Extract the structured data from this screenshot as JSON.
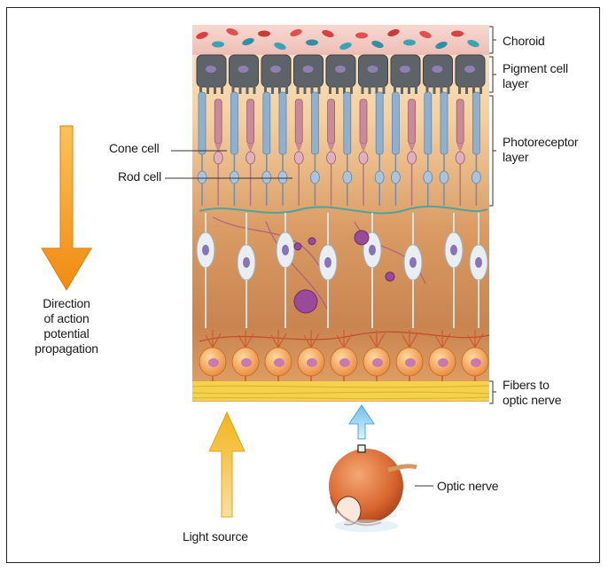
{
  "labels": {
    "choroid": "Choroid",
    "pigment_line1": "Pigment cell",
    "pigment_line2": "layer",
    "photoreceptor_line1": "Photoreceptor",
    "photoreceptor_line2": "layer",
    "cone_cell": "Cone cell",
    "rod_cell": "Rod cell",
    "direction_line1": "Direction",
    "direction_line2": "of action",
    "direction_line3": "potential",
    "direction_line4": "propagation",
    "fibers_line1": "Fibers to",
    "fibers_line2": "optic nerve",
    "optic_nerve": "Optic nerve",
    "light_source": "Light source"
  },
  "colors": {
    "frame": "#222222",
    "orange_arrow": "#f5a21b",
    "yellow_arrow": "#f2c62a",
    "blue_arrow": "#7ec8ea",
    "choroid_bg": "#f0c9c4",
    "pigment_cells": "#5e6369",
    "cone_cells": "#c98a9a",
    "rod_cells": "#8fb0cf",
    "bipolar_cells": "#e8eef2",
    "ganglion_cells": "#f2a24c",
    "fiber_layer": "#f4d24a",
    "eyeball": "#e2733a"
  }
}
